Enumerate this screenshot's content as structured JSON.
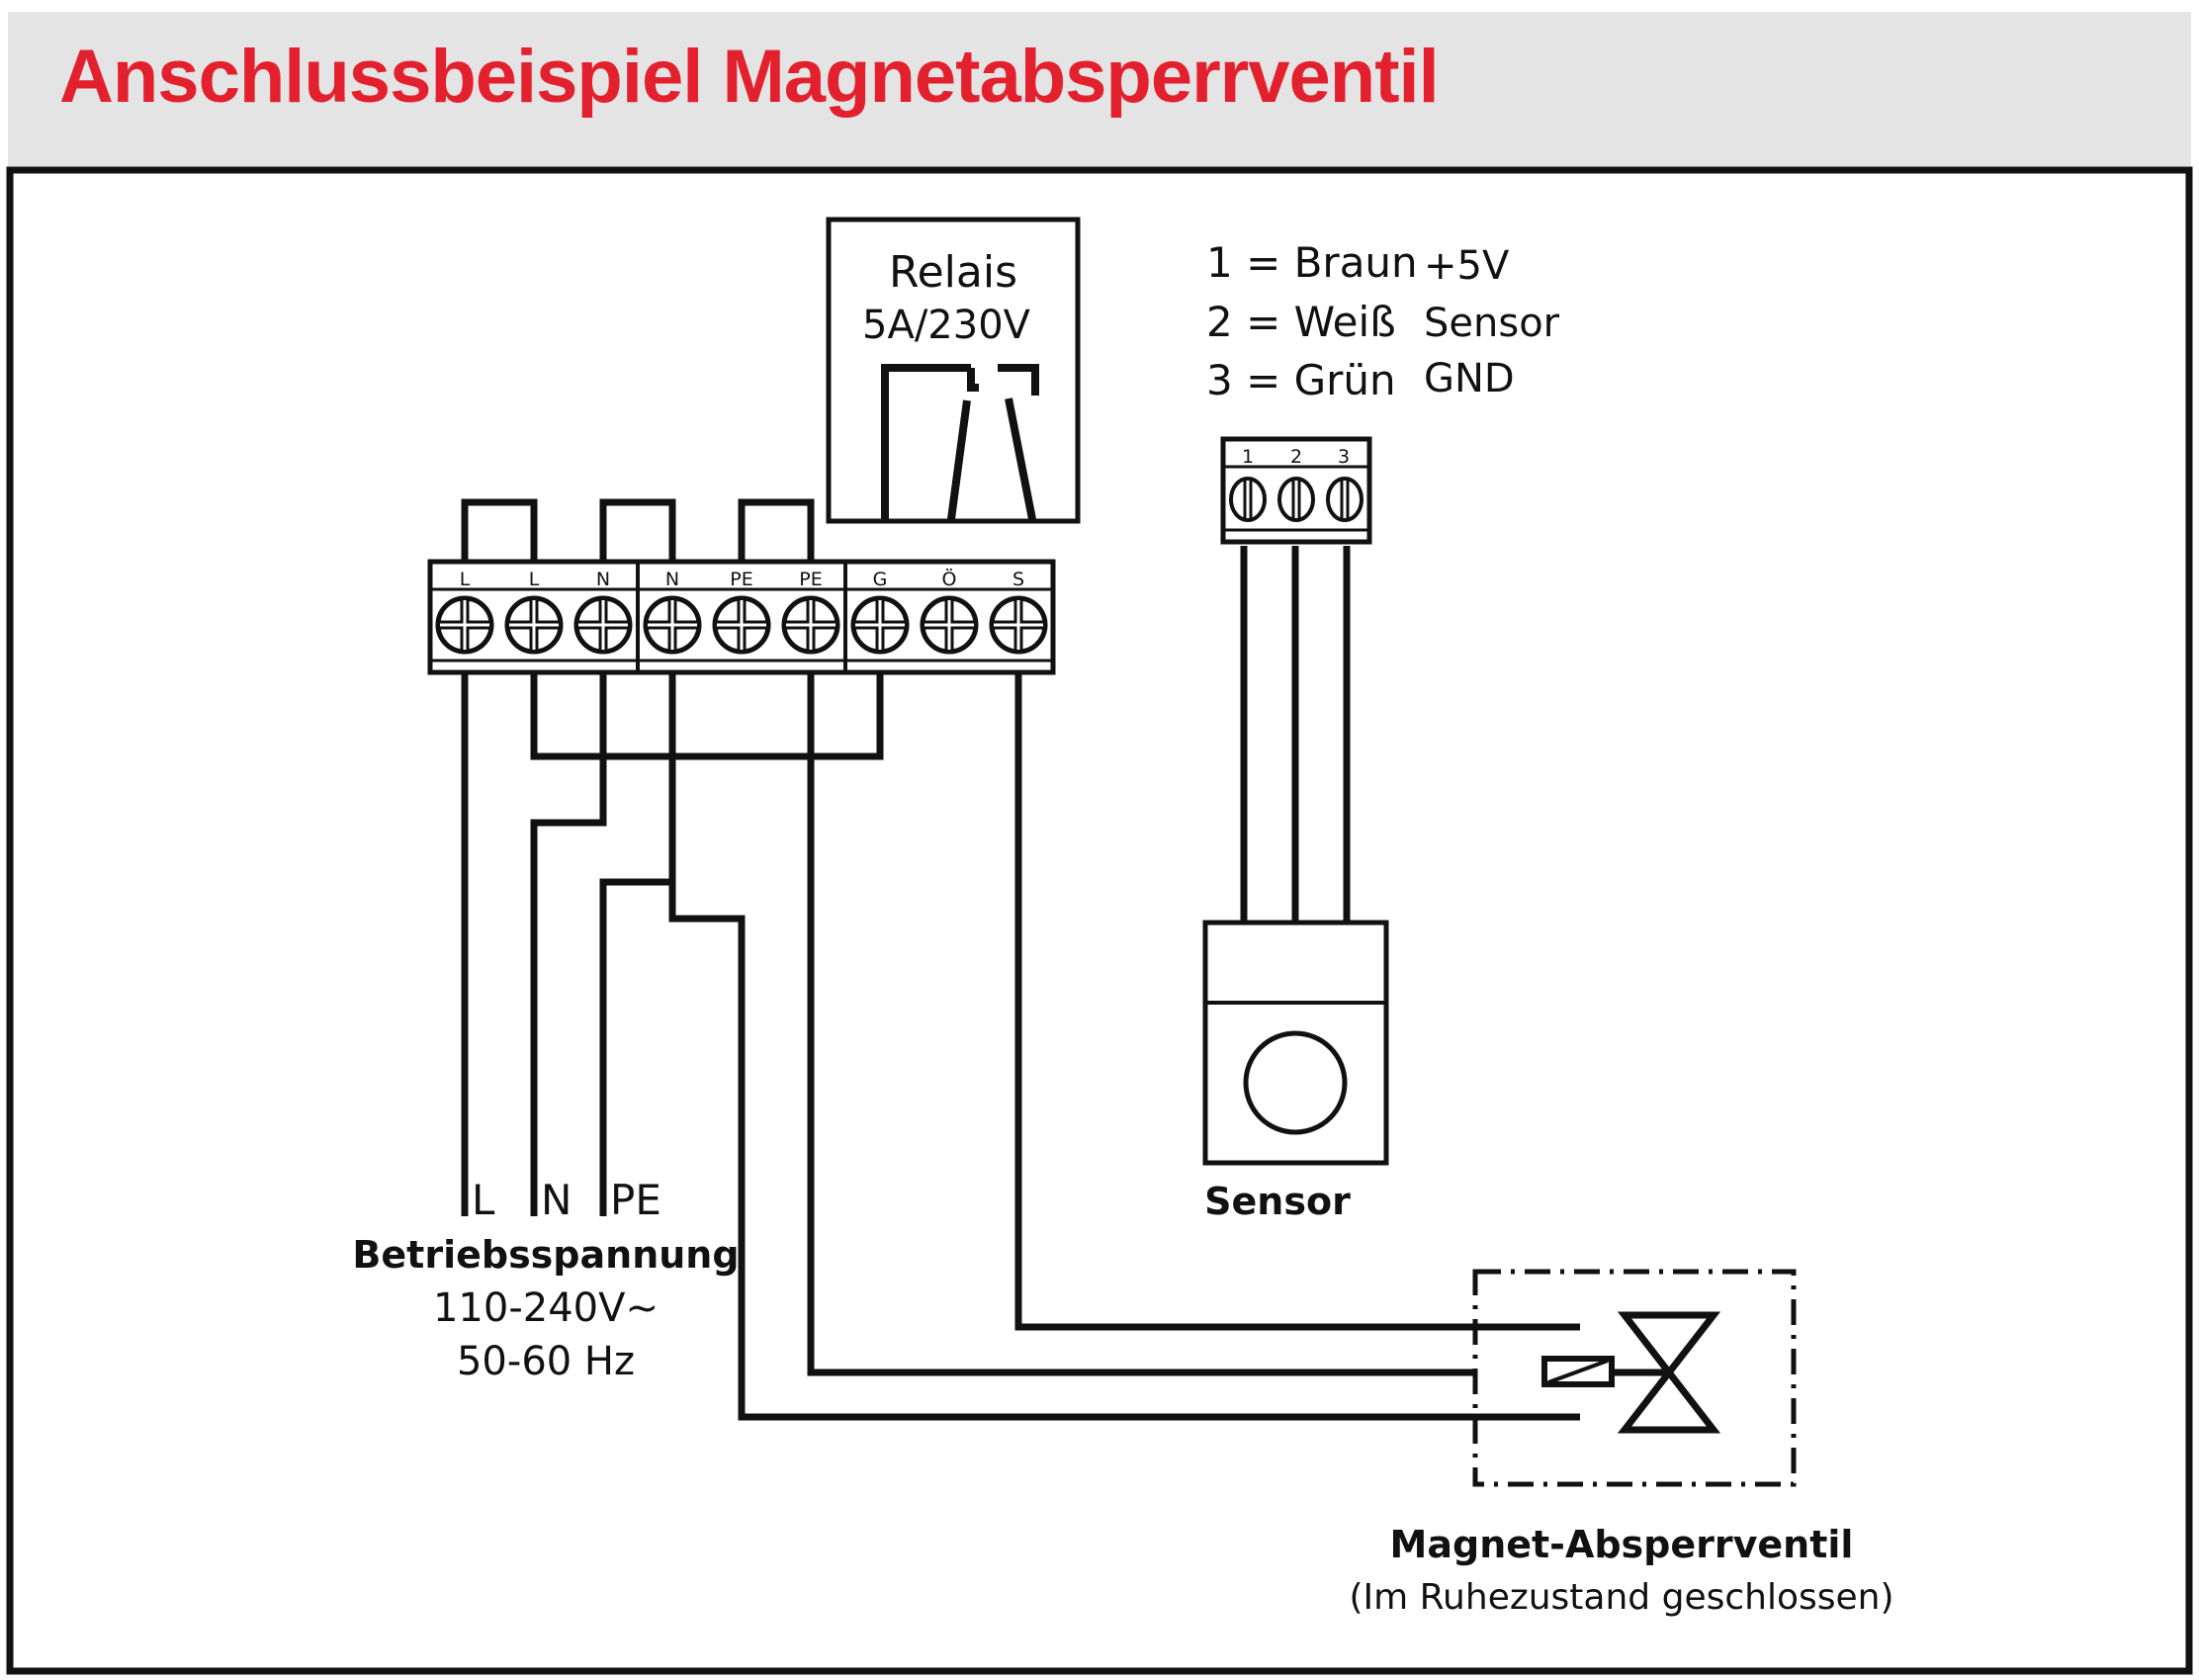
{
  "title": "Anschlussbeispiel Magnetabsperrventil",
  "colors": {
    "title": "#e3212e",
    "line": "#111111",
    "header_bg": "#e4e4e4"
  },
  "relay": {
    "name": "Relais",
    "rating": "5A/230V"
  },
  "legend": [
    {
      "code": "1 = Braun",
      "value": "+5V"
    },
    {
      "code": "2 = Weiß",
      "value": "Sensor"
    },
    {
      "code": "3 = Grün",
      "value": "GND"
    }
  ],
  "sensor_terminals": [
    "1",
    "2",
    "3"
  ],
  "terminals": [
    "L",
    "L",
    "N",
    "N",
    "PE",
    "PE",
    "G",
    "Ö",
    "S"
  ],
  "supply": {
    "lines": [
      "L",
      "N",
      "PE"
    ],
    "label": "Betriebsspannung",
    "voltage": "110-240V~",
    "frequency": "50-60 Hz"
  },
  "sensor_label": "Sensor",
  "valve": {
    "label": "Magnet-Absperrventil",
    "note": "(Im Ruhezustand geschlossen)"
  }
}
